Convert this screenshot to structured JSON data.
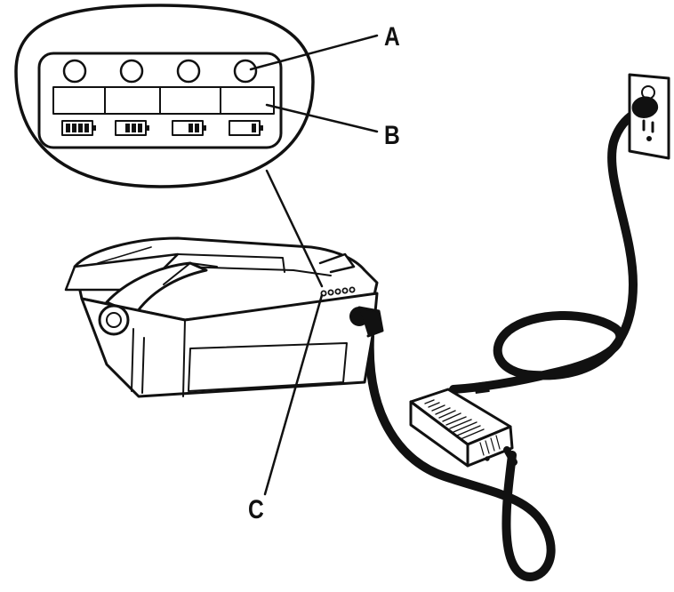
{
  "callouts": {
    "a": "A",
    "b": "B",
    "c": "C"
  },
  "indicator_panel": {
    "led_count": 4,
    "battery_levels": [
      4,
      3,
      2,
      1
    ]
  },
  "colors": {
    "ink": "#111111",
    "paper": "#ffffff",
    "shade": "#eeeeee"
  },
  "icons": [
    "magnified-indicator-panel",
    "battery-pack",
    "power-adapter",
    "wall-outlet",
    "charger-cord"
  ]
}
